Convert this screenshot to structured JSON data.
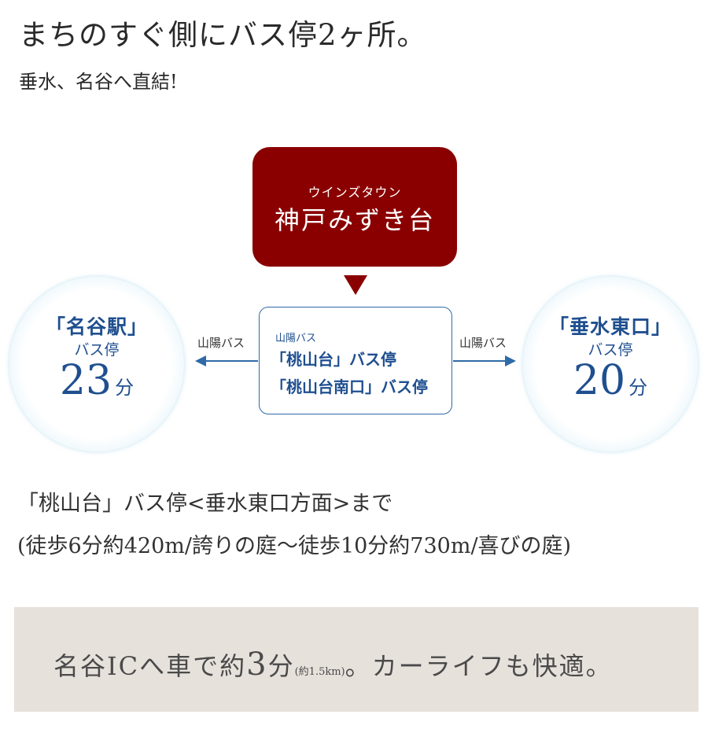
{
  "header": {
    "headline": "まちのすぐ側にバス停2ヶ所。",
    "subline": "垂水、名谷へ直結!"
  },
  "hub": {
    "kana": "ウインズタウン",
    "name": "神戸みずき台",
    "color": "#8a0000"
  },
  "left_station": {
    "name": "「名谷駅」",
    "bus_stop": "バス停",
    "minutes": "23",
    "unit": "分"
  },
  "right_station": {
    "name": "「垂水東口」",
    "bus_stop": "バス停",
    "minutes": "20",
    "unit": "分"
  },
  "stops": {
    "company": "山陽バス",
    "stop1": "「桃山台」バス停",
    "stop2": "「桃山台南口」バス停",
    "color": "#1f4f8f"
  },
  "bus_labels": {
    "left": "山陽バス",
    "right": "山陽バス"
  },
  "route": {
    "line1": "「桃山台」バス停<垂水東口方面>まで",
    "line2": "(徒歩6分約420m/誇りの庭〜徒歩10分約730m/喜びの庭)"
  },
  "car": {
    "prefix": "名谷ICへ車で約",
    "minutes": "3",
    "unit": "分",
    "distance": "(約1.5km)",
    "suffix": "。カーライフも快適。",
    "band_color": "#e7e1dc"
  }
}
